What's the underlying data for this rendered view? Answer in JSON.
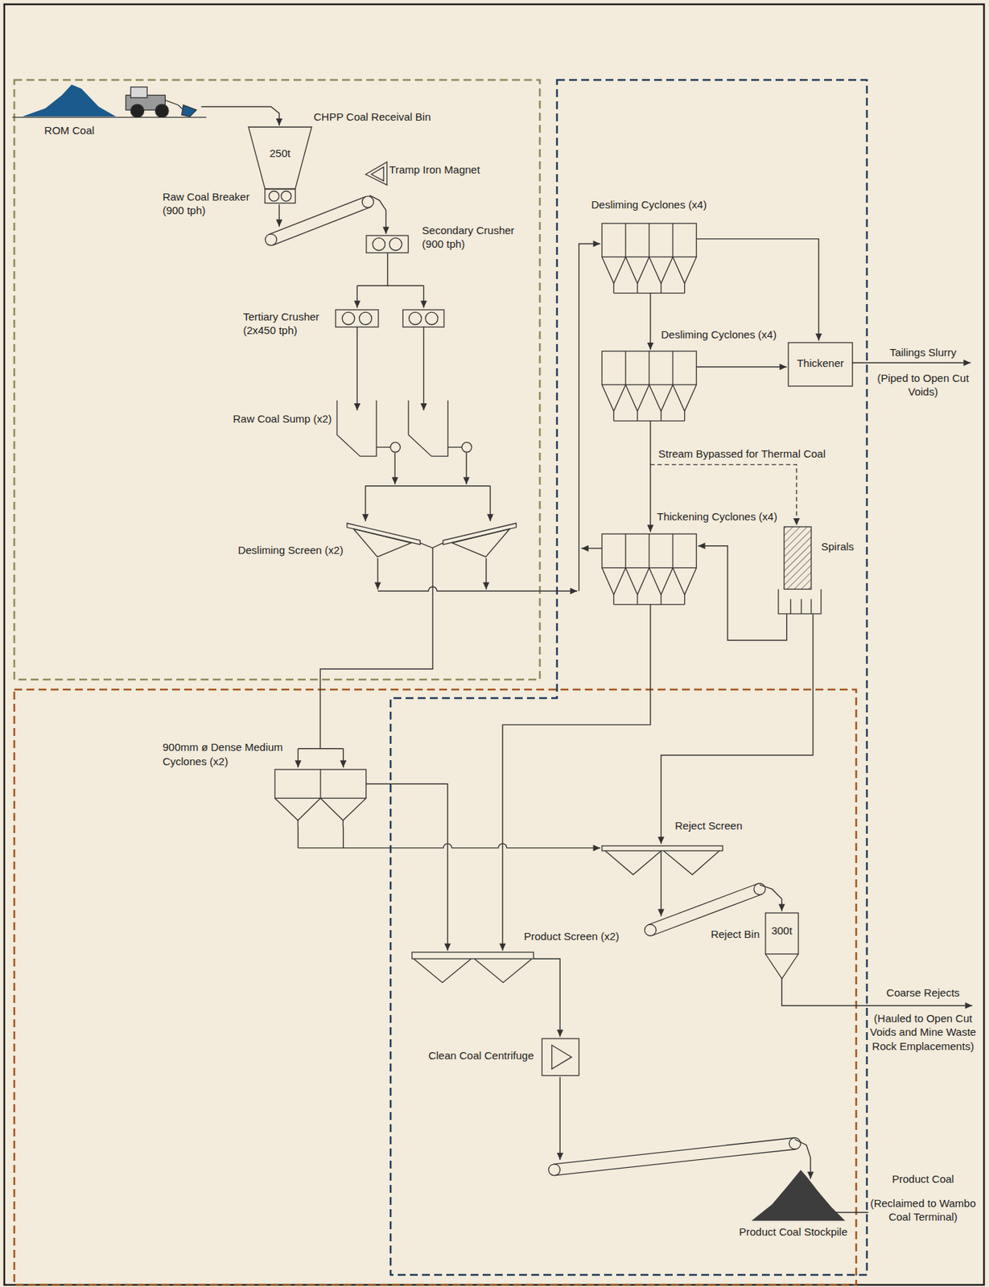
{
  "diagram": {
    "nodes": [
      {
        "text": [
          "ROM Coal"
        ]
      },
      {
        "text": [
          "CHPP Coal Receival Bin",
          "250t"
        ]
      },
      {
        "text": [
          "Raw Coal Breaker (900 tph)"
        ]
      },
      {
        "text": [
          "Tramp Iron Magnet"
        ]
      },
      {
        "text": [
          "Secondary Crusher (900 tph)"
        ]
      },
      {
        "text": [
          "Tertiary Crusher (2x450 tph)"
        ]
      },
      {
        "text": [
          "Raw Coal Sump (x2)"
        ]
      },
      {
        "text": [
          "Desliming Screen (x2)"
        ]
      },
      {
        "text": [
          "Desliming Cyclones (x4)"
        ]
      },
      {
        "text": [
          "Desliming Cyclones (x4)"
        ]
      },
      {
        "text": [
          "Thickener"
        ]
      },
      {
        "text": [
          "Thickening Cyclones (x4)"
        ]
      },
      {
        "text": [
          "Spirals"
        ]
      },
      {
        "text": [
          "900mm ø Dense Medium Cyclones (x2)"
        ]
      },
      {
        "text": [
          "Reject Screen"
        ]
      },
      {
        "text": [
          "Product Screen (x2)"
        ]
      },
      {
        "text": [
          "Reject Bin",
          "300t"
        ]
      },
      {
        "text": [
          "Clean Coal Centrifuge"
        ]
      },
      {
        "text": [
          "Product Coal Stockpile"
        ]
      },
      {
        "text": [
          "Tailings Slurry",
          "(Piped to Open Cut Voids)"
        ]
      },
      {
        "text": [
          "Coarse Rejects",
          "(Hauled to Open Cut Voids and Mine Waste Rock Emplacements)"
        ]
      },
      {
        "text": [
          "Product Coal",
          "(Reclaimed to Wambo Coal Terminal)"
        ]
      }
    ],
    "edges": [
      {
        "from": 0,
        "to": 1,
        "arrow": "to"
      },
      {
        "from": 2,
        "to": 4,
        "arrow": "to"
      },
      {
        "from": 4,
        "to": 5,
        "arrow": "to"
      },
      {
        "from": 5,
        "to": 6,
        "arrow": "to"
      },
      {
        "from": 6,
        "to": 7,
        "arrow": "to"
      },
      {
        "from": 7,
        "to": 8,
        "arrow": "to"
      },
      {
        "from": 7,
        "to": 13,
        "arrow": "to"
      },
      {
        "from": 8,
        "to": 9,
        "arrow": "to"
      },
      {
        "from": 8,
        "to": 10,
        "arrow": "to"
      },
      {
        "from": 9,
        "to": 10,
        "arrow": "to"
      },
      {
        "from": 9,
        "to": 11,
        "arrow": "to"
      },
      {
        "from": 9,
        "to": 12,
        "label": "Stream Bypassed for Thermal Coal",
        "arrow": "to"
      },
      {
        "from": 11,
        "to": 8,
        "arrow": "to"
      },
      {
        "from": 12,
        "to": 11,
        "arrow": "to"
      },
      {
        "from": 12,
        "to": 14,
        "arrow": "to"
      },
      {
        "from": 11,
        "to": 15,
        "arrow": "to"
      },
      {
        "from": 13,
        "to": 15,
        "arrow": "to"
      },
      {
        "from": 13,
        "to": 14,
        "arrow": "to"
      },
      {
        "from": 14,
        "to": 16,
        "arrow": "to"
      },
      {
        "from": 15,
        "to": 17,
        "arrow": "to"
      },
      {
        "from": 17,
        "to": 18,
        "arrow": "to"
      },
      {
        "from": 10,
        "to": 19,
        "arrow": "to"
      },
      {
        "from": 16,
        "to": 20,
        "arrow": "to"
      },
      {
        "from": 18,
        "to": 21,
        "arrow": "to"
      }
    ]
  }
}
